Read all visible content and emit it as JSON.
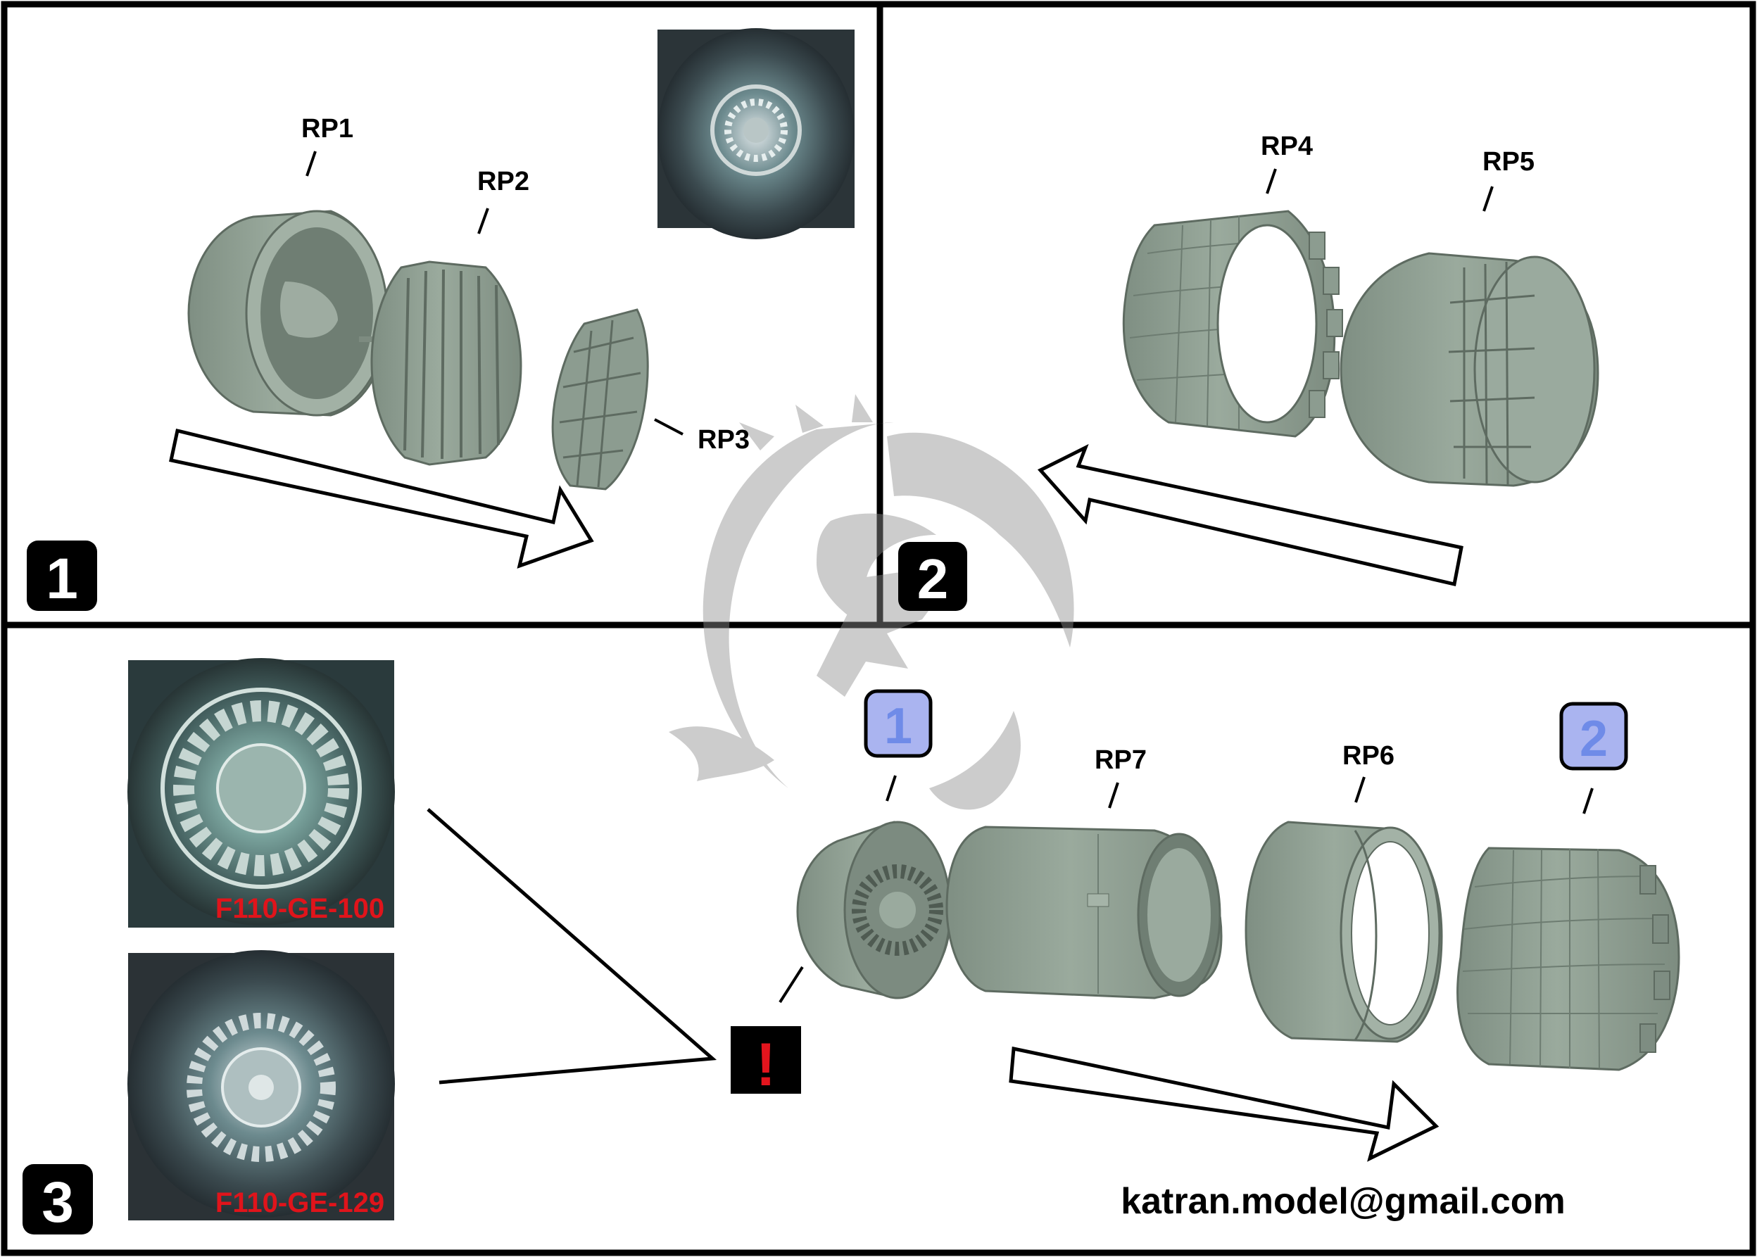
{
  "steps": {
    "step1": {
      "number": "1",
      "labels": {
        "rp1": "RP1",
        "rp2": "RP2",
        "rp3": "RP3"
      }
    },
    "step2": {
      "number": "2",
      "labels": {
        "rp4": "RP4",
        "rp5": "RP5"
      }
    },
    "step3": {
      "number": "3",
      "labels": {
        "rp7": "RP7",
        "rp6": "RP6"
      },
      "ref_badges": [
        "1",
        "2"
      ],
      "photo_captions": [
        "F110-GE-100",
        "F110-GE-129"
      ],
      "warning_mark": "!"
    }
  },
  "footer": {
    "email": "katran.model@gmail.com"
  },
  "colors": {
    "part_green": "#8e9e92",
    "part_shadow": "#6c7b70",
    "caption_red": "#e0141b",
    "badge_blue": "#aab4f0",
    "badge_text_blue": "#6f8be8",
    "warning_red": "#e3141d"
  },
  "icons": {
    "watermark": "dragon-logo",
    "arrows": [
      "right-arrow",
      "left-arrow",
      "right-arrow"
    ]
  }
}
